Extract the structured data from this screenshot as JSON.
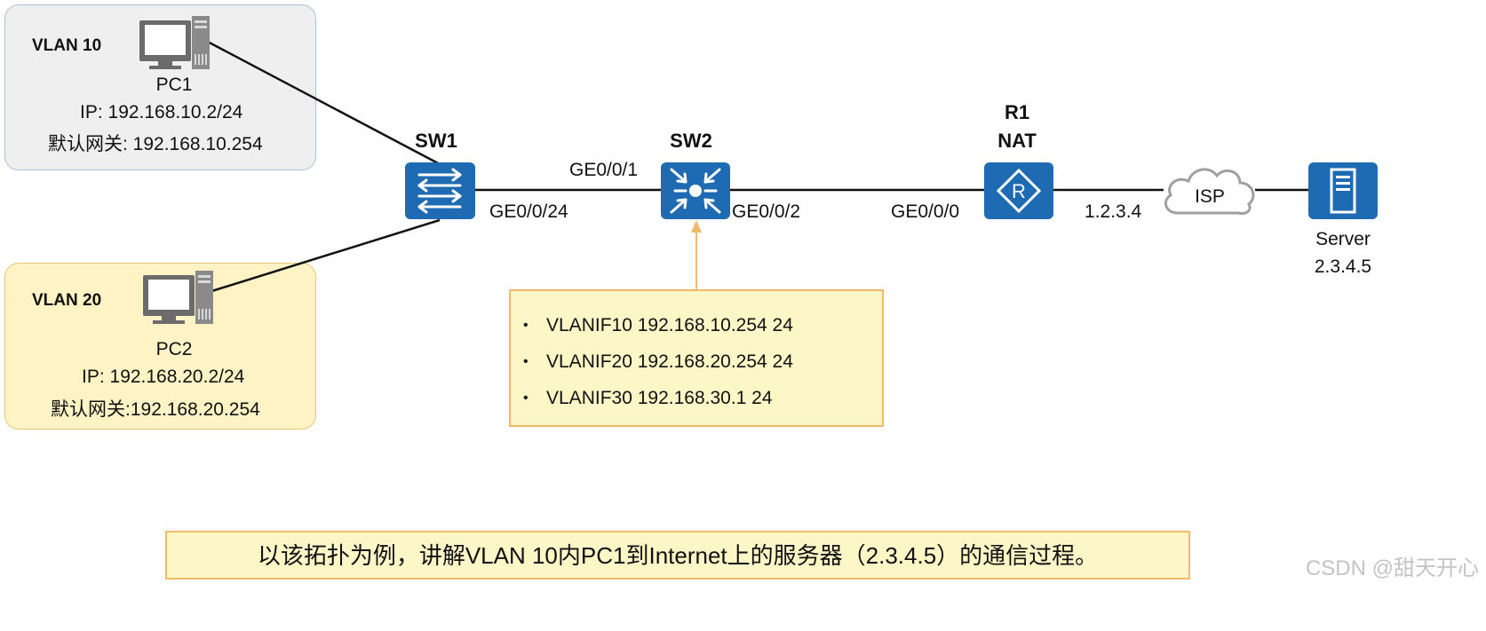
{
  "zones": {
    "vlan10": {
      "label": "VLAN 10"
    },
    "vlan20": {
      "label": "VLAN 20"
    }
  },
  "hosts": {
    "pc1": {
      "name": "PC1",
      "ip": "IP: 192.168.10.2/24",
      "gateway": "默认网关: 192.168.10.254"
    },
    "pc2": {
      "name": "PC2",
      "ip": "IP: 192.168.20.2/24",
      "gateway": "默认网关:192.168.20.254"
    }
  },
  "devices": {
    "sw1": {
      "name": "SW1"
    },
    "sw2": {
      "name": "SW2"
    },
    "r1": {
      "name": "R1",
      "role": "NAT"
    },
    "isp": {
      "name": "ISP"
    },
    "server": {
      "name": "Server",
      "ip": "2.3.4.5"
    }
  },
  "ports": {
    "sw1_ge24": "GE0/0/24",
    "sw2_ge1": "GE0/0/1",
    "sw2_ge2": "GE0/0/2",
    "r1_ge0": "GE0/0/0",
    "r1_public_ip": "1.2.3.4"
  },
  "sw2_config": {
    "items": [
      "VLANIF10 192.168.10.254 24",
      "VLANIF20 192.168.20.254 24",
      "VLANIF30 192.168.30.1 24"
    ]
  },
  "caption": "以该拓扑为例，讲解VLAN 10内PC1到Internet上的服务器（2.3.4.5）的通信过程。",
  "watermark": "CSDN @甜天开心",
  "colors": {
    "device_blue": "#1f6bb3",
    "note_fill": "#fdf6c6",
    "note_border": "#f0b96b",
    "vlan10_fill": "#efefef",
    "vlan20_fill": "#fdf3c4"
  }
}
